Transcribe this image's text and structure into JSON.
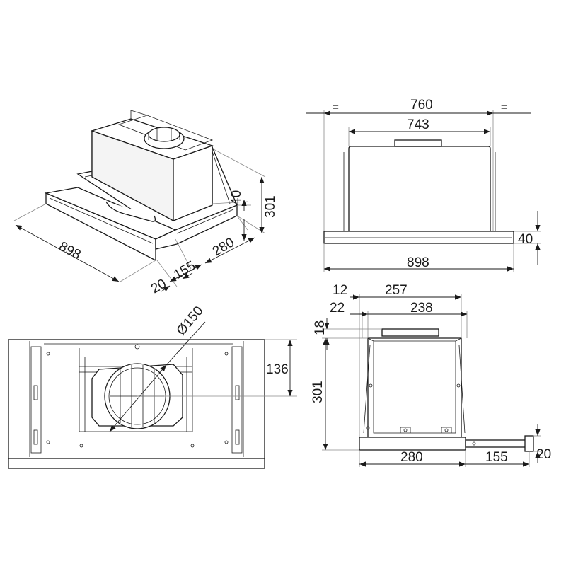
{
  "iso_view": {
    "width": "898",
    "depth": "280",
    "height_total": "301",
    "front_height": "40",
    "extension": "155",
    "offset": "20"
  },
  "front_view": {
    "equal_left": "=",
    "equal_right": "=",
    "cutout_width": "760",
    "body_width": "743",
    "width": "898",
    "front_height": "40"
  },
  "bottom_view": {
    "duct_diameter": "Ø150",
    "duct_offset": "136"
  },
  "side_view": {
    "dim_12": "12",
    "dim_257": "257",
    "dim_22": "22",
    "dim_238": "238",
    "dim_18": "18",
    "height": "301",
    "depth": "280",
    "extension": "155",
    "offset": "20"
  }
}
